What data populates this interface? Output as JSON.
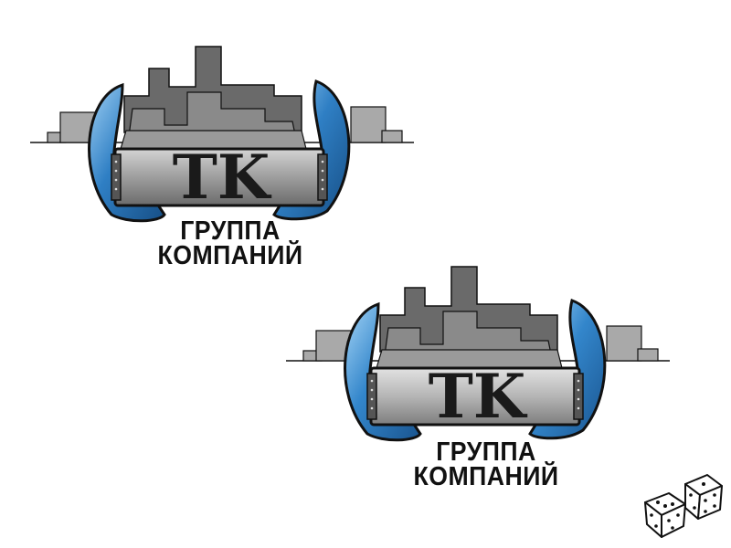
{
  "logos": [
    {
      "emblem_text": "TK",
      "caption_line1": "ГРУППА",
      "caption_line2": "КОМПАНИЙ"
    },
    {
      "emblem_text": "TK",
      "caption_line1": "ГРУППА",
      "caption_line2": "КОМПАНИЙ"
    }
  ],
  "colors": {
    "blue_wing": "#2f7fc4",
    "skyline_dark": "#6a6a6a",
    "skyline_light": "#a9a9a9",
    "plate": "#9c9c9c",
    "outline": "#111111"
  },
  "icons": [
    "dice-icon"
  ]
}
